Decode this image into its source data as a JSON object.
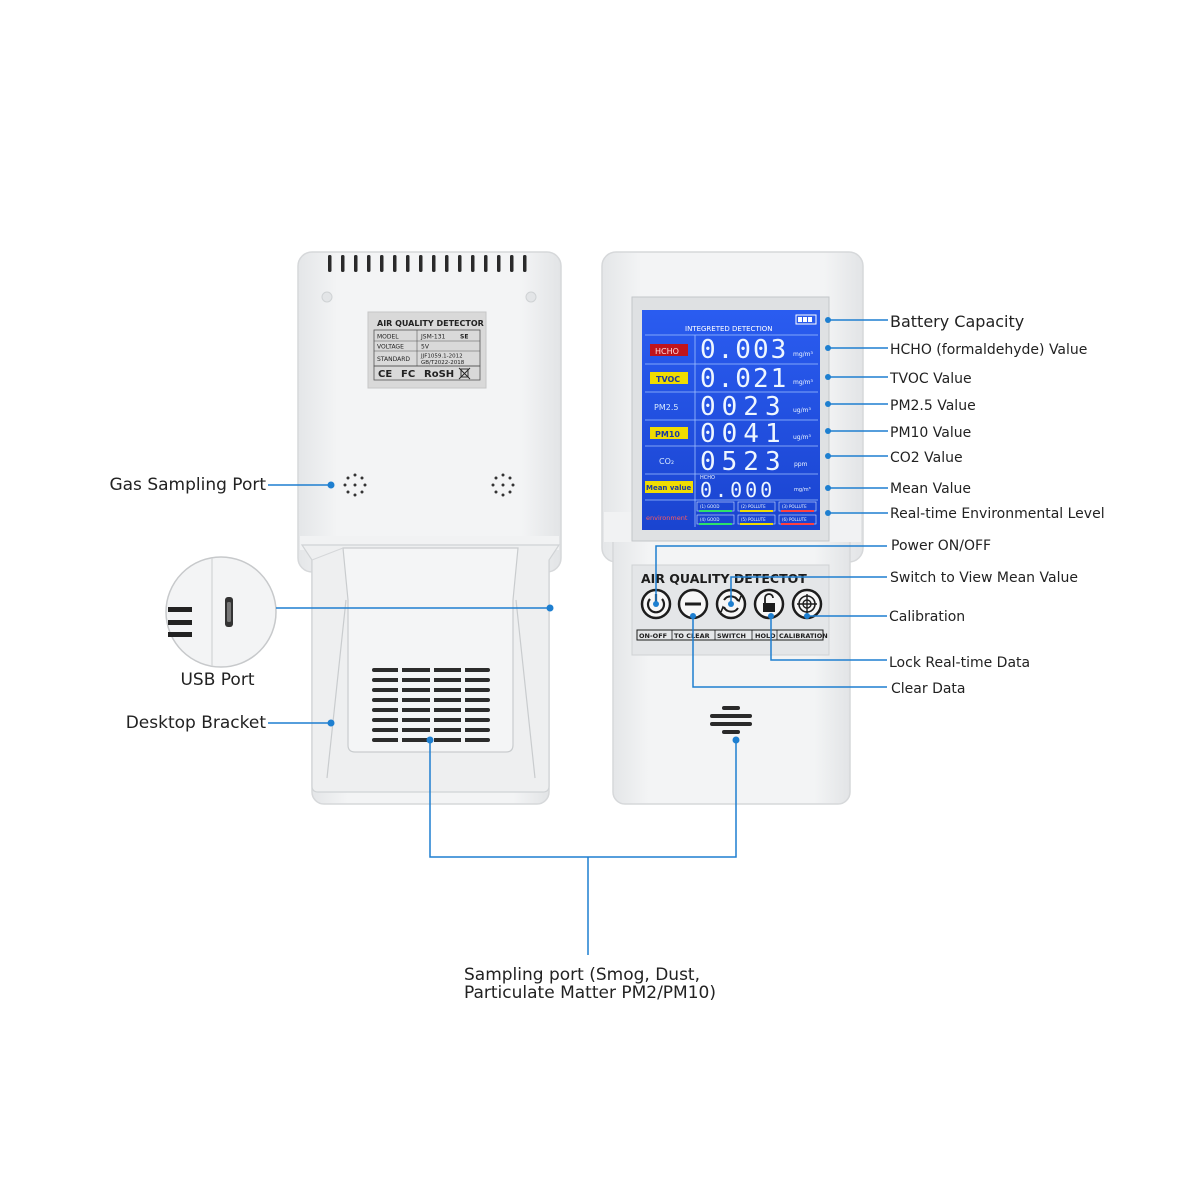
{
  "device": {
    "rear_label": {
      "title": "AIR QUALITY DETECTOR",
      "rows": [
        {
          "key": "MODEL",
          "value": "JSM-131",
          "extra": "SE"
        },
        {
          "key": "VOLTAGE",
          "value": "5V",
          "extra": ""
        },
        {
          "key": "STANDARD",
          "value": "JJF1059.1-2012",
          "value2": "GB/T2022-2018",
          "extra": ""
        }
      ],
      "certs": [
        "CE",
        "FC",
        "RoSH"
      ]
    },
    "screen": {
      "header": "INTEGRETED DETECTION",
      "rows": [
        {
          "name": "HCHO",
          "value": "0.003",
          "unit": "mg/m³"
        },
        {
          "name": "TVOC",
          "value": "0.021",
          "unit": "mg/m³"
        },
        {
          "name": "PM2.5",
          "value": "0023",
          "unit": "ug/m³"
        },
        {
          "name": "PM10",
          "value": "0041",
          "unit": "ug/m³"
        },
        {
          "name": "CO₂",
          "value": "0523",
          "unit": "ppm"
        },
        {
          "name": "Mean value",
          "value": "0.000",
          "unit": "mg/m³"
        }
      ],
      "mean_sub": "HCHO",
      "env_label": "environment",
      "level_cells": [
        "(1) GOOD",
        "(2) POLLUTE",
        "(3) POLLUTE",
        "(4) GOOD",
        "(5) POLLUTE",
        "(6) POLLUTE"
      ]
    },
    "panel_title": "AIR QUALITY DETECTOT",
    "buttons": [
      "ON-OFF",
      "TO CLEAR",
      "SWITCH",
      "HOLD",
      "CALIBRATION"
    ]
  },
  "callouts": {
    "gas_sampling_port": "Gas Sampling Port",
    "usb_port": "USB Port",
    "desktop_bracket": "Desktop Bracket",
    "battery_capacity": "Battery Capacity",
    "hcho_value": "HCHO (formaldehyde) Value",
    "tvoc_value": "TVOC Value",
    "pm25_value": "PM2.5 Value",
    "pm10_value": "PM10 Value",
    "co2_value": "CO2 Value",
    "mean_value": "Mean Value",
    "env_level": "Real-time Environmental Level",
    "power": "Power ON/OFF",
    "switch_mean": "Switch to View Mean Value",
    "calibration": "Calibration",
    "lock": "Lock Real-time Data",
    "clear": "Clear Data",
    "sampling_line1": "Sampling port (Smog, Dust,",
    "sampling_line2": "Particulate Matter PM2/PM10)"
  },
  "colors": {
    "leader": "#1e7fd0",
    "screen_bg": "#1f4fe0",
    "screen_text": "#e8f4ff",
    "device": "#f1f2f3",
    "device_edge": "#d8dadc"
  }
}
